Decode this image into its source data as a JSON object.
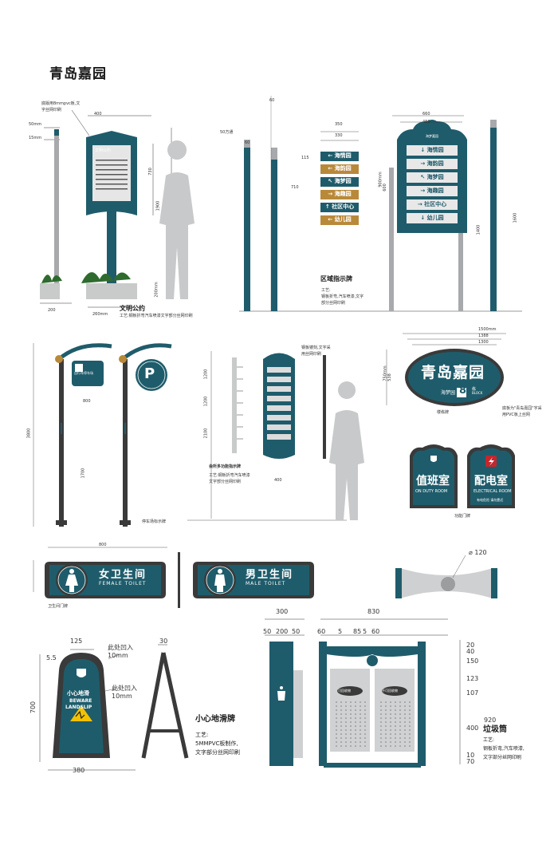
{
  "title": "青岛嘉园",
  "brand_colors": {
    "teal": "#1f5c6b",
    "dark": "#3a3a3a",
    "gold": "#b9893a",
    "gray": "#a7a9ac",
    "silver": "#d9dadb"
  },
  "board": {
    "caption": "文明公约",
    "header": "文明公约",
    "note_top": "底版用8mmpvc板,文字丝网印刷",
    "note_bottom": "工艺:钢板折弯汽车喷漆文字部分丝网印刷",
    "dims": [
      "400",
      "50mm",
      "15mm",
      "730",
      "1900",
      "200mm",
      "200",
      "260mm"
    ]
  },
  "area_sign": {
    "caption": "区域指示牌",
    "craft": "工艺:",
    "note": "钢板折弯,汽车喷漆,文字部分丝网印刷",
    "small_items": [
      "海情园",
      "海韵园",
      "海梦园",
      "海趣园",
      "社区中心",
      "幼儿园"
    ],
    "big_items": [
      "海情园",
      "海韵园",
      "海梦园",
      "海趣园",
      "社区中心",
      "幼儿园"
    ],
    "dims": [
      "60",
      "50方通",
      "60",
      "350",
      "330",
      "115",
      "710",
      "660",
      "480",
      "900mm",
      "600",
      "1400",
      "1600"
    ]
  },
  "parking": {
    "caption": "停车场标示牌",
    "bike_text": "自行车停车场",
    "p_label": "P",
    "dims": [
      "3800",
      "800",
      "1700"
    ]
  },
  "multi_sign": {
    "caption": "会所多功能指示牌",
    "note": "工艺:钢板折弯汽车喷漆文字部分丝网印刷",
    "top_note": "钢板镂刻,文字采用丝网印刷",
    "dims": [
      "1200",
      "1200",
      "2100",
      "400"
    ]
  },
  "building_plate": {
    "name": "青岛嘉园",
    "sub": "海梦园",
    "num": "8",
    "unit_cn": "栋",
    "unit_en": "BLOCK",
    "caption": "楼栋牌",
    "note": "底板为\"青岛嘉园\"字采用PVC板上丝网",
    "dims": [
      "1500mm",
      "1388",
      "1300",
      "750mm",
      "538"
    ]
  },
  "room_signs": {
    "duty_cn": "值班室",
    "duty_en": "ON DUTY ROOM",
    "elec_cn": "配电室",
    "elec_en": "ELECTRICAL ROOM",
    "elec_note": "有电危险 请勿靠近",
    "caption": "功能门牌"
  },
  "toilet": {
    "female_cn": "女卫生间",
    "female_en": "FEMALE TOILET",
    "male_cn": "男卫生间",
    "male_en": "MALE TOILET",
    "caption": "卫生间门牌",
    "dims": [
      "800"
    ]
  },
  "oval_plate": {
    "dim": "120"
  },
  "wet_floor": {
    "cn": "小心地滑",
    "en1": "BEWARE",
    "en2": "LANDSLIP",
    "caption": "小心地滑牌",
    "note_craft": "工艺:",
    "note_1": "5MMPVC板制作,",
    "note_2": "文字部分丝网印刷",
    "callout_1_a": "此处凹入",
    "callout_1_b": "10mm",
    "callout_2_a": "此处凹入",
    "callout_2_b": "10mm",
    "dims": [
      "125",
      "5.5",
      "700",
      "380",
      "30"
    ]
  },
  "trash_bin": {
    "caption": "垃圾筒",
    "craft": "工艺:",
    "note_1": "钢板折弯,汽车喷漆,",
    "note_2": "文字部分丝网印刷",
    "label_left": "可回收物",
    "label_right": "不可回收物",
    "top_dims": [
      "300",
      "830"
    ],
    "bottom_dims": [
      "50",
      "200",
      "50",
      "60",
      "5",
      "85",
      "5",
      "60"
    ],
    "right_dims": [
      "20",
      "40",
      "150",
      "123",
      "107",
      "400",
      "920",
      "10",
      "70"
    ]
  }
}
